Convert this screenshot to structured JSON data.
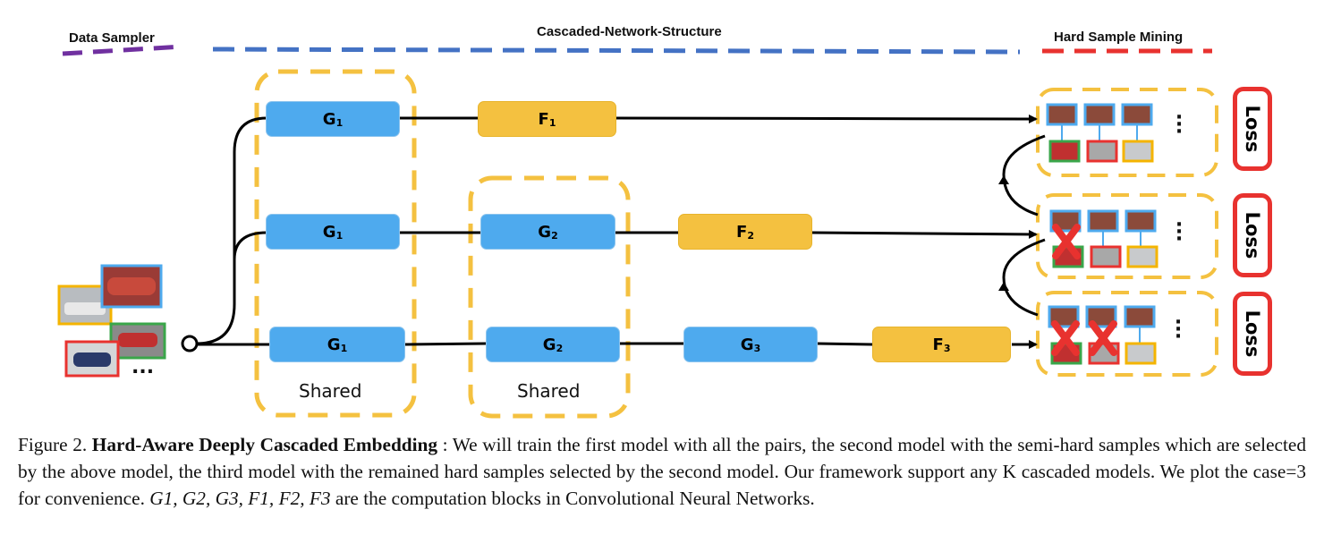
{
  "headers": {
    "data_sampler": "Data Sampler",
    "cascaded": "Cascaded-Network-Structure",
    "hard_mining": "Hard Sample Mining"
  },
  "blocks": {
    "g1_top": {
      "letter": "G",
      "sub": "1"
    },
    "f1": {
      "letter": "F",
      "sub": "1"
    },
    "g1_mid": {
      "letter": "G",
      "sub": "1"
    },
    "g2_mid": {
      "letter": "G",
      "sub": "2"
    },
    "f2": {
      "letter": "F",
      "sub": "2"
    },
    "g1_bot": {
      "letter": "G",
      "sub": "1"
    },
    "g2_bot": {
      "letter": "G",
      "sub": "2"
    },
    "g3": {
      "letter": "G",
      "sub": "3"
    },
    "f3": {
      "letter": "F",
      "sub": "3"
    }
  },
  "shared_labels": [
    "Shared",
    "Shared"
  ],
  "loss_labels": [
    "Loss",
    "Loss",
    "Loss"
  ],
  "input_ellipsis": "...",
  "pair_ellipsis": ":",
  "colors": {
    "g_block": "#4eaaee",
    "f_block": "#f4c140",
    "shared_border": "#f4c140",
    "loss_border": "#e8322f",
    "sampler_line": "#7030a0",
    "cascade_line": "#4472c4",
    "mining_line": "#e8322f",
    "pair_green": "#3aa64a",
    "pair_red": "#e8322f",
    "pair_yellow": "#f4b400",
    "pair_blue": "#4eaaee"
  },
  "caption": {
    "prefix": "Figure 2. ",
    "title": "Hard-Aware Deeply Cascaded Embedding",
    "text1": " : We will train the first model with all the pairs, the second model with the semi-hard samples which are selected by the above model, the third model with the remained hard samples selected by the second model. Our framework support any K cascaded models. We plot the case=3 for convenience. ",
    "math": "G1, G2, G3, F1, F2, F3",
    "text2": " are the computation blocks in Convolutional Neural Networks."
  }
}
